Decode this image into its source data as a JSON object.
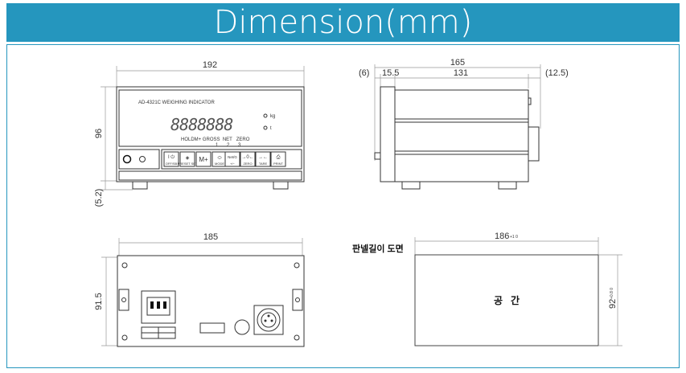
{
  "title": "Dimension(mm)",
  "front_view": {
    "width_dim": "192",
    "height_dim": "96",
    "foot_dim": "(5.2)",
    "model_label": "AD-4321C WEIGHING INDICATOR",
    "display_digits": "8888888",
    "unit_kg": "kg",
    "unit_t": "t",
    "annunciators": "HOLDM+ GROSS  NET   ZERO",
    "annunciator_numbers": [
      "1",
      "2",
      "3"
    ],
    "keys": [
      {
        "top": "I ⏻",
        "bottom": "OFF/SB"
      },
      {
        "top": "◈",
        "bottom": "PRESET SET"
      },
      {
        "top": "M+",
        "bottom": ""
      },
      {
        "top": "⬭",
        "bottom": "MODE"
      },
      {
        "top": "Net/G",
        "bottom": "+/−"
      },
      {
        "top": "→0←",
        "bottom": "ZERO"
      },
      {
        "top": "→←",
        "bottom": "TARE"
      },
      {
        "top": "⎙",
        "bottom": "PRINT"
      }
    ]
  },
  "side_view": {
    "total_dim": "165",
    "left_offset": "(6)",
    "front_dim": "15.5",
    "body_dim": "131",
    "right_offset": "(12.5)"
  },
  "rear_view": {
    "width_dim": "185",
    "height_dim": "91.5"
  },
  "panel_cutout": {
    "label": "판넬길이 도면",
    "width_dim": "186",
    "width_tol": "+1 0",
    "height_dim": "92",
    "height_tol": "+0.8 0",
    "space_label": "공   간"
  }
}
